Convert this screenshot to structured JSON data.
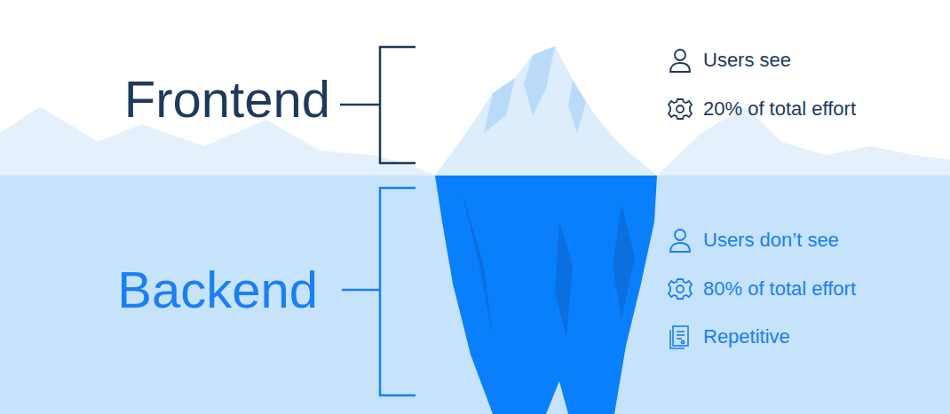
{
  "diagram": {
    "labels": [
      "Frontend",
      "Users see",
      "20% of total effort",
      "Backend",
      "Users don’t see",
      "80% of total effort",
      "Repetitive"
    ]
  }
}
